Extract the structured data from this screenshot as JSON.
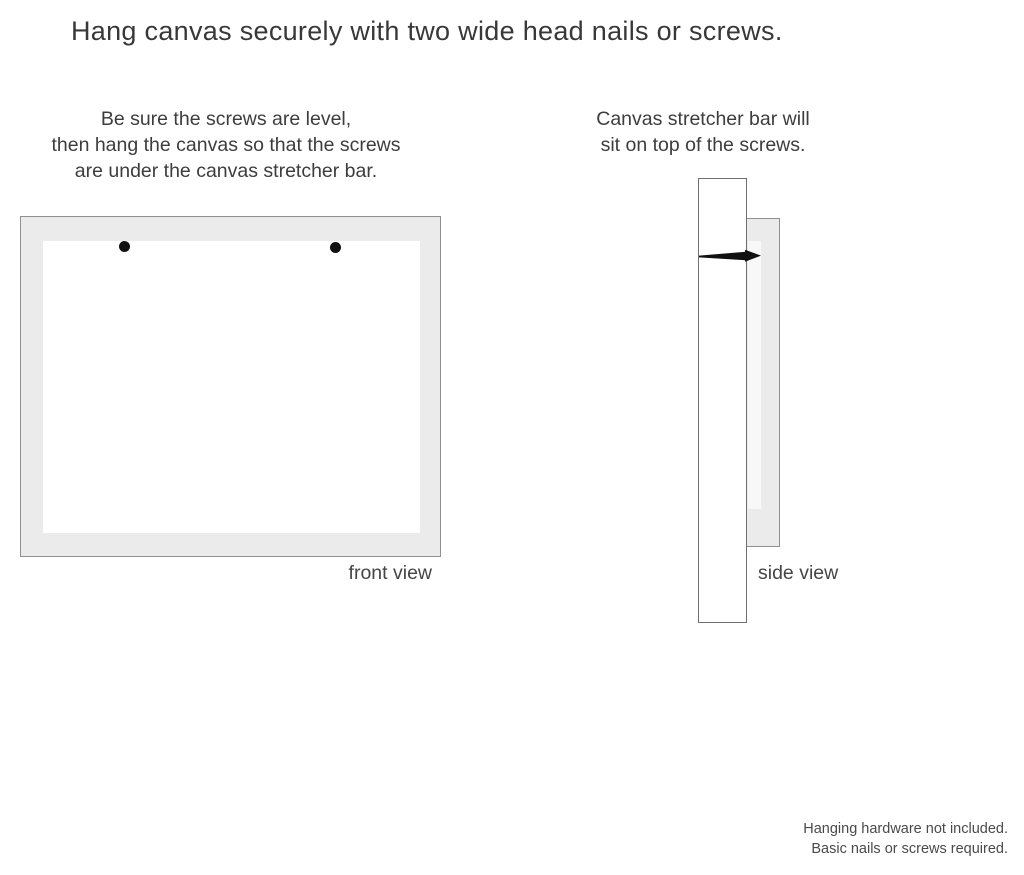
{
  "title": "Hang canvas securely with two wide head nails or screws.",
  "instructions": {
    "front": {
      "lines": [
        "Be sure the screws are level,",
        "then hang the canvas so that the screws",
        "are under the canvas stretcher bar."
      ]
    },
    "side": {
      "lines": [
        "Canvas stretcher bar will",
        "sit on top of the screws."
      ]
    }
  },
  "labels": {
    "front": "front view",
    "side": "side view"
  },
  "footnote": {
    "lines": [
      "Hanging hardware not included.",
      "Basic nails or screws required."
    ]
  },
  "colors": {
    "background": "#ffffff",
    "text": "#3d3d3d",
    "frame_fill": "#ebebeb",
    "frame_border": "#8f8f8f",
    "bar_border": "#6f6f6f",
    "nail": "#111111"
  }
}
